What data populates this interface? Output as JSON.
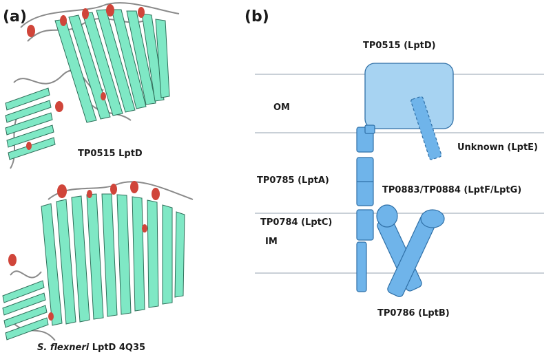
{
  "panel_a": {
    "letter": "(a)",
    "caption_top": "TP0515 LptD",
    "caption_bottom_species": "S. flexneri",
    "caption_bottom_rest": " LptD 4Q35"
  },
  "panel_b": {
    "letter": "(b)",
    "labels": {
      "lptd": "TP0515 (LptD)",
      "om": "OM",
      "im": "IM",
      "lpte": "Unknown (LptE)",
      "lpta": "TP0785 (LptA)",
      "lptfg": "TP0883/TP0884 (LptF/LptG)",
      "lptc": "TP0784 (LptC)",
      "lptb": "TP0786 (LptB)"
    },
    "colors": {
      "membrane_line": "#a9b4bf",
      "protein_fill": "#6fb4ea",
      "protein_stroke": "#2f6fa6",
      "lptd_fill": "#a7d3f2"
    }
  },
  "structure_colors": {
    "strand": "#7fe8c5",
    "strand_edge": "#2f6f5a",
    "helix": "#d0453a",
    "loop": "#8a8a8a"
  }
}
